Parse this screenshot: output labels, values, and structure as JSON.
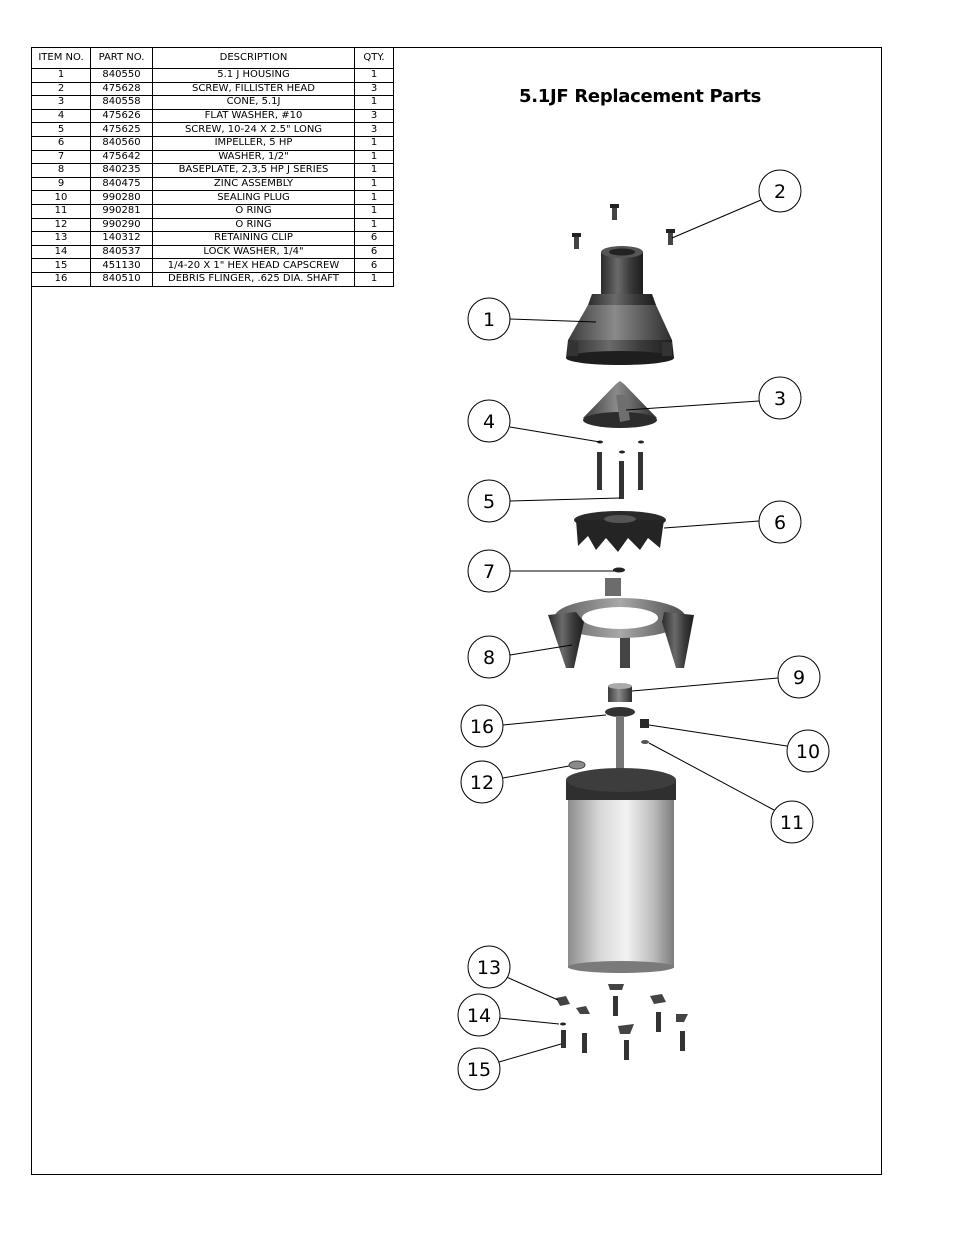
{
  "title": "5.1JF Replacement Parts",
  "bom": {
    "headers": [
      "ITEM NO.",
      "PART NO.",
      "DESCRIPTION",
      "QTY."
    ],
    "rows": [
      [
        "1",
        "840550",
        "5.1 J HOUSING",
        "1"
      ],
      [
        "2",
        "475628",
        "SCREW, FILLISTER HEAD",
        "3"
      ],
      [
        "3",
        "840558",
        "CONE, 5.1J",
        "1"
      ],
      [
        "4",
        "475626",
        "FLAT WASHER, #10",
        "3"
      ],
      [
        "5",
        "475625",
        "SCREW, 10-24 X 2.5\" LONG",
        "3"
      ],
      [
        "6",
        "840560",
        "IMPELLER, 5 HP",
        "1"
      ],
      [
        "7",
        "475642",
        "WASHER, 1/2\"",
        "1"
      ],
      [
        "8",
        "840235",
        "BASEPLATE, 2,3,5 HP J SERIES",
        "1"
      ],
      [
        "9",
        "840475",
        "ZINC ASSEMBLY",
        "1"
      ],
      [
        "10",
        "990280",
        "SEALING PLUG",
        "1"
      ],
      [
        "11",
        "990281",
        "O RING",
        "1"
      ],
      [
        "12",
        "990290",
        "O RING",
        "1"
      ],
      [
        "13",
        "140312",
        "RETAINING CLIP",
        "6"
      ],
      [
        "14",
        "840537",
        "LOCK WASHER, 1/4\"",
        "6"
      ],
      [
        "15",
        "451130",
        "1/4-20 X 1\" HEX HEAD CAPSCREW",
        "6"
      ],
      [
        "16",
        "840510",
        "DEBRIS FLINGER, .625 DIA. SHAFT",
        "1"
      ]
    ]
  },
  "balloons": [
    "1",
    "2",
    "3",
    "4",
    "5",
    "6",
    "7",
    "8",
    "9",
    "10",
    "11",
    "12",
    "13",
    "14",
    "15",
    "16"
  ]
}
